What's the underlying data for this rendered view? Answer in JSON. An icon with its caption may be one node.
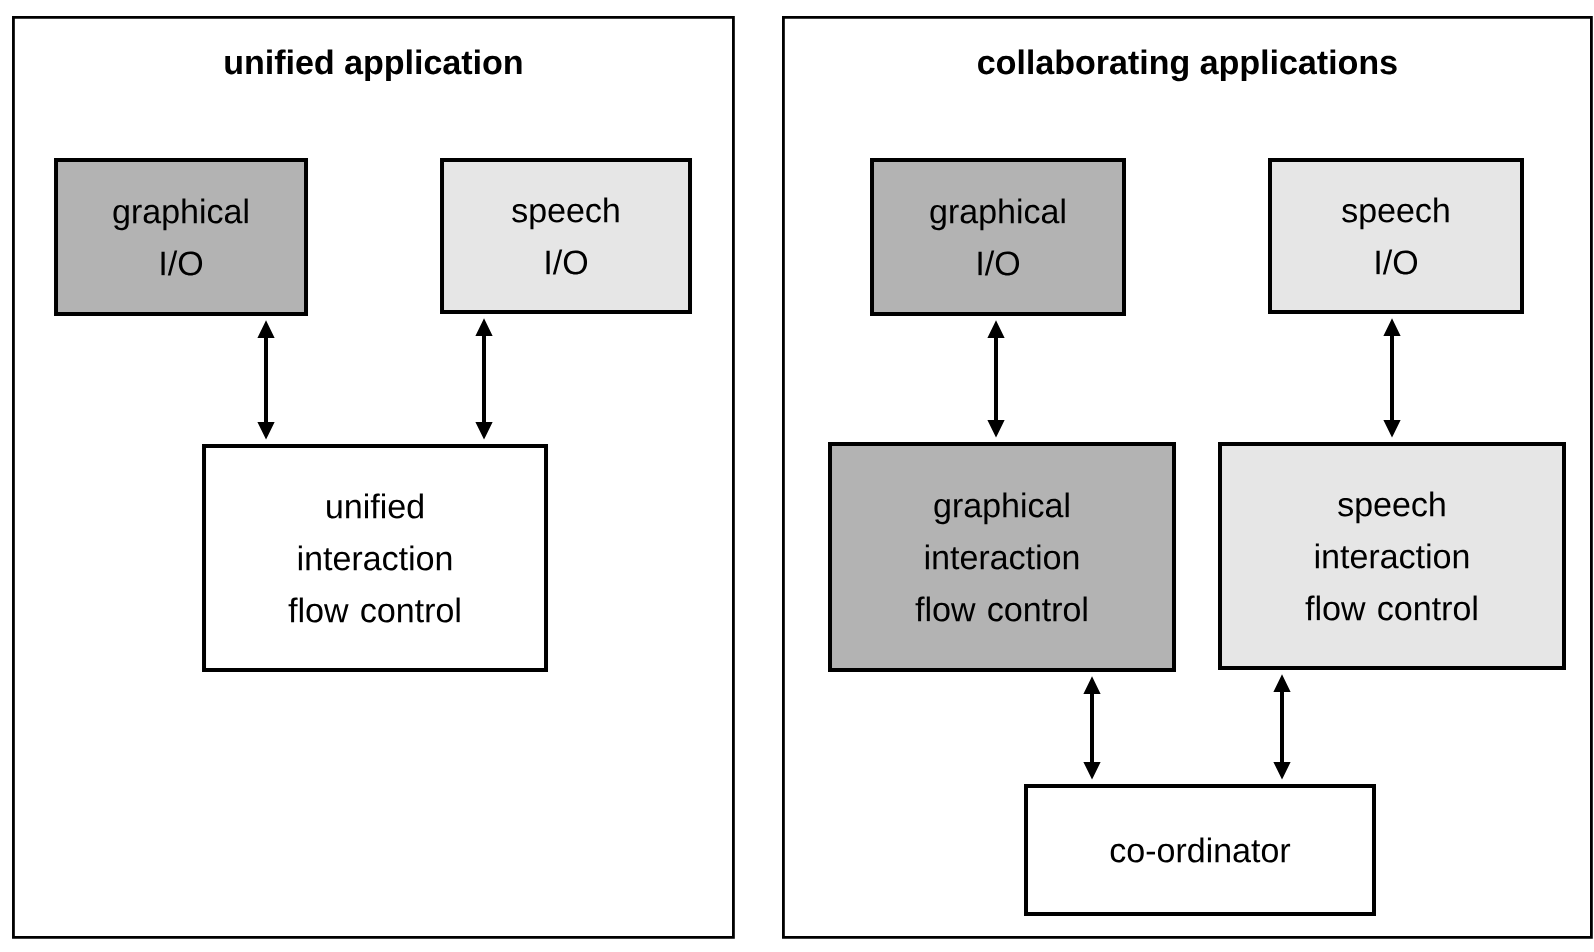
{
  "diagram": {
    "nodes": [
      {
        "text": [
          "unified application"
        ]
      },
      {
        "text": [
          "graphical I/O"
        ],
        "in": 0
      },
      {
        "text": [
          "speech I/O"
        ],
        "in": 0
      },
      {
        "text": [
          "unified interaction flow control"
        ],
        "in": 0
      },
      {
        "text": [
          "collaborating applications"
        ]
      },
      {
        "text": [
          "graphical I/O"
        ],
        "in": 4
      },
      {
        "text": [
          "speech I/O"
        ],
        "in": 4
      },
      {
        "text": [
          "graphical interaction flow control"
        ],
        "in": 4
      },
      {
        "text": [
          "speech interaction flow control"
        ],
        "in": 4
      },
      {
        "text": [
          "co-ordinator"
        ],
        "in": 4
      }
    ],
    "edges": [
      {
        "from": 1,
        "to": 3,
        "arrow": "both"
      },
      {
        "from": 2,
        "to": 3,
        "arrow": "both"
      },
      {
        "from": 5,
        "to": 7,
        "arrow": "both"
      },
      {
        "from": 6,
        "to": 8,
        "arrow": "both"
      },
      {
        "from": 7,
        "to": 9,
        "arrow": "both"
      },
      {
        "from": 8,
        "to": 9,
        "arrow": "both"
      }
    ]
  }
}
